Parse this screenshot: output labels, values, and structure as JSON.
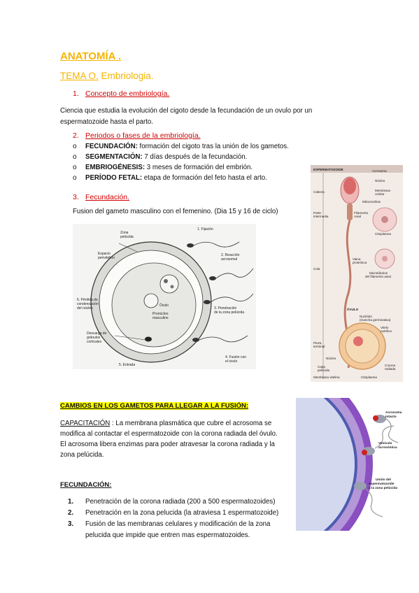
{
  "title": "ANATOMÍA .",
  "tema": {
    "prefix": "TEMA O.",
    "name": " Embriologia."
  },
  "section1": {
    "num": "1.",
    "heading": "Concepto de embriología."
  },
  "definition": [
    "Ciencia que estudia la evolución del cigoto desde la fecundación de un ovulo por un",
    "espermatozoide hasta el parto."
  ],
  "section2": {
    "num": "2.",
    "heading": "Periodos o fases de la embriología."
  },
  "phases": [
    {
      "term": "FECUNDACIÓN:",
      "desc": " formación del cigoto tras la unión de los gametos."
    },
    {
      "term": "SEGMENTACIÓN:",
      "desc": " 7 días después de la fecundación."
    },
    {
      "term": "EMBRIOGÉNESIS:",
      "desc": " 3 meses de formación del embrión."
    },
    {
      "term": "PERÍODO FETAL:",
      "desc": " etapa de formación del feto hasta el arto."
    }
  ],
  "section3": {
    "num": "3.",
    "heading": "Fecundación."
  },
  "fusion_text": "Fusion del gameto masculino con el femenino. (Dia 15 y 16 de ciclo)",
  "fig1_labels": {
    "zona": [
      "Zona",
      "pelúcida"
    ],
    "fijacion": "1. Fijación",
    "reaccion": [
      "2. Reacción",
      "acrosomal"
    ],
    "espacio": [
      "Espacio",
      "perivitelino"
    ],
    "penetracion": [
      "3. Penetración",
      "de la zona pelúcida"
    ],
    "perdida": [
      "6. Pérdida de",
      "condensación",
      "del núcleo"
    ],
    "ovulo": "Óvulo",
    "pronucleo": [
      "Pronúcleo",
      "masculino"
    ],
    "descarga": [
      "Descarga de",
      "gránulos",
      "corticales"
    ],
    "fusion": [
      "4. Fusión con",
      "el óvulo"
    ],
    "entrada": "5. Entrada"
  },
  "fig2_labels": {
    "espermatozoide": "ESPERMATOZOIDE",
    "acrosoma": "Acrosoma",
    "nucleo": "Núcleo",
    "membrana": [
      "Membrana",
      "celular"
    ],
    "mitocondrias": "Mitocondrias",
    "filamento": [
      "Filamento",
      "Axial"
    ],
    "citoplasma": "Citoplasma",
    "vaina": [
      "Vaina",
      "proteínica"
    ],
    "microtubulos": [
      "Microtúbulos",
      "del filamento axial"
    ],
    "cabeza": "Cabeza",
    "parte_media": [
      "Parte",
      "intermedia"
    ],
    "cola": "Cola",
    "pieza_terminal": [
      "Pieza",
      "terminal"
    ],
    "ovulo": "ÓVULO",
    "nucleolo": [
      "Nucléolo",
      "(mancha germinativa)"
    ],
    "vitelo": [
      "Vitelo",
      "nutritivo"
    ],
    "nucleo2": "Núcleo",
    "capa": [
      "Capa",
      "pelúcida"
    ],
    "corona": [
      "Corona",
      "radiada"
    ],
    "membrana_vitelina": "Membrana vitelina",
    "citoplasma2": "Citoplasma"
  },
  "cambios_heading": "CAMBIOS EN LOS GAMETOS PARA LLEGAR A LA FUSIÓN:",
  "capacitacion": {
    "term": "CAPACITACIÓN",
    "lines": [
      " : La membrana plasmática que cubre el acrosoma se",
      "modifica al contactar el espermatozoide con la corona radiada del óvulo.",
      "El acrosoma libera enzimas para poder atravesar la corona radiada y la",
      "zona pelúcida."
    ]
  },
  "fig3_labels": {
    "acrosoma": [
      "Acrosoma",
      "intacto"
    ],
    "vesicula": [
      "Vesícula",
      "acrosómica"
    ],
    "union": [
      "Unión del",
      "espermatozoide",
      "a la zona pelúcida"
    ]
  },
  "fecundacion_heading": "FECUNDACIÓN:",
  "fec_steps": [
    {
      "num": "1.",
      "text": "Penetración de la corona radiada (200 a 500 espermatozoides)"
    },
    {
      "num": "2.",
      "text": "Penetración en la zona pelucida (la atraviesa 1 espermatozoide)"
    },
    {
      "num": "3.",
      "text": "Fusión de las membranas celulares y modificación de la zona"
    },
    {
      "num": "",
      "text": "pelucida que impide que entren mas espermatozoides."
    }
  ]
}
